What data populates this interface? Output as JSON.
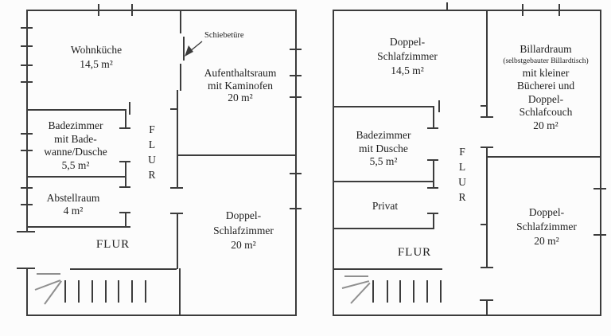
{
  "document": {
    "type": "floor-plan-scan",
    "background": "#fcfcfc",
    "line_color": "#3c3c3c"
  },
  "left_plan": {
    "rooms": {
      "wohnkueche": {
        "lines": [
          "Wohnküche",
          "14,5 m²"
        ]
      },
      "aufenthaltsraum": {
        "lines": [
          "Aufenthaltsraum",
          "mit Kaminofen",
          "20 m²"
        ]
      },
      "badezimmer": {
        "lines": [
          "Badezimmer",
          "mit Bade-",
          "wanne/Dusche",
          "5,5 m²"
        ]
      },
      "abstellraum": {
        "lines": [
          "Abstellraum",
          "4 m²"
        ]
      },
      "doppel_schlafzimmer": {
        "lines": [
          "Doppel-",
          "Schlafzimmer",
          "20 m²"
        ]
      }
    },
    "corridor_vertical": "FLUR",
    "corridor_horizontal": "FLUR",
    "annotation_sliding_door": "Schiebetüre"
  },
  "right_plan": {
    "rooms": {
      "doppel_schlafzimmer_oben": {
        "lines": [
          "Doppel-",
          "Schlafzimmer",
          "14,5 m²"
        ]
      },
      "billardraum": {
        "lines": [
          "Billardraum",
          "(selbstgebauter Billardtisch)",
          "mit kleiner",
          "Bücherei und",
          "Doppel-",
          "Schlafcouch",
          "20 m²"
        ]
      },
      "badezimmer": {
        "lines": [
          "Badezimmer",
          "mit Dusche",
          "5,5 m²"
        ]
      },
      "privat": {
        "lines": [
          "Privat"
        ]
      },
      "doppel_schlafzimmer_unten": {
        "lines": [
          "Doppel-",
          "Schlafzimmer",
          "20 m²"
        ]
      }
    },
    "corridor_vertical": "FLUR",
    "corridor_horizontal": "FLUR"
  }
}
